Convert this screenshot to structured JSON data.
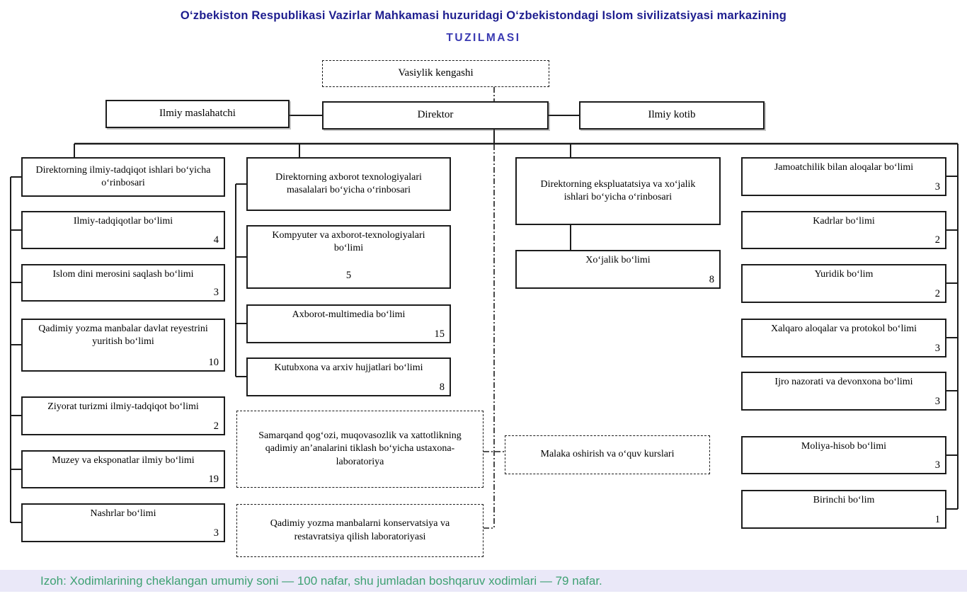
{
  "colors": {
    "title-navy": "#1E1E8F",
    "subtitle-blue": "#3A3AB2",
    "note-green": "#3FA173",
    "note-band": "#EAE8F8",
    "line-ink": "#1C1C1C"
  },
  "header": {
    "title": "O‘zbekiston Respublikasi Vazirlar Mahkamasi huzuridagi O‘zbekistondagi Islom sivilizatsiyasi markazining",
    "subtitle": "TUZILMASI"
  },
  "top": {
    "board": "Vasiylik kengashi",
    "advisor": "Ilmiy maslahatchi",
    "director": "Direktor",
    "secretary": "Ilmiy kotib"
  },
  "col1": {
    "deputy": "Direktorning ilmiy-tadqiqot ishlari bo‘yicha o‘rinbosari",
    "boxes": [
      {
        "label": "Ilmiy-tadqiqotlar bo‘limi",
        "count": "4"
      },
      {
        "label": "Islom dini merosini saqlash bo‘limi",
        "count": "3"
      },
      {
        "label": "Qadimiy yozma manbalar davlat reyestrini yuritish bo‘limi",
        "count": "10"
      },
      {
        "label": "Ziyorat turizmi ilmiy-tadqiqot bo‘limi",
        "count": "2"
      },
      {
        "label": "Muzey va eksponatlar ilmiy bo‘limi",
        "count": "19"
      },
      {
        "label": "Nashrlar bo‘limi",
        "count": "3"
      }
    ]
  },
  "col2": {
    "deputy": "Direktorning axborot texnologiyalari masalalari bo‘yicha o‘rinbosari",
    "boxes": [
      {
        "label": "Kompyuter va axborot-texnologiyalari bo‘limi",
        "count": "5"
      },
      {
        "label": "Axborot-multimedia bo‘limi",
        "count": "15"
      },
      {
        "label": "Kutubxona va arxiv hujjatlari bo‘limi",
        "count": "8"
      }
    ],
    "labs": [
      {
        "label": "Samarqand qog‘ozi, muqovasozlik va xattotlikning qadimiy an’analarini tiklash bo‘yicha ustaxona-laboratoriya"
      },
      {
        "label": "Qadimiy yozma manbalarni konservatsiya va restavratsiya qilish laboratoriyasi"
      }
    ]
  },
  "col3": {
    "deputy": "Direktorning ekspluatatsiya va xo‘jalik ishlari bo‘yicha o‘rinbosari",
    "boxes": [
      {
        "label": "Xo‘jalik bo‘limi",
        "count": "8"
      }
    ],
    "courses": {
      "label": "Malaka oshirish va o‘quv kurslari"
    }
  },
  "col4": {
    "boxes": [
      {
        "label": "Jamoatchilik bilan aloqalar bo‘limi",
        "count": "3"
      },
      {
        "label": "Kadrlar bo‘limi",
        "count": "2"
      },
      {
        "label": "Yuridik bo‘lim",
        "count": "2"
      },
      {
        "label": "Xalqaro aloqalar va protokol bo‘limi",
        "count": "3"
      },
      {
        "label": "Ijro nazorati va devonxona bo‘limi",
        "count": "3"
      },
      {
        "label": "Moliya-hisob bo‘limi",
        "count": "3"
      },
      {
        "label": "Birinchi bo‘lim",
        "count": "1"
      }
    ]
  },
  "footer": {
    "note": "Izoh: Xodimlarining cheklangan umumiy soni — 100 nafar, shu jumladan boshqaruv xodimlari — 79 nafar."
  }
}
